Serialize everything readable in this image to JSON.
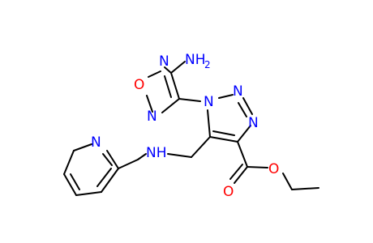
{
  "molecule": {
    "colors": {
      "carbon_bonds": "#000000",
      "nitrogen": "#0000ff",
      "oxygen": "#ff0000",
      "background": "#ffffff"
    },
    "atoms": {
      "amino_n": "NH",
      "amino_sub": "2",
      "oxadiazole_o": "O",
      "oxadiazole_n_left": "N",
      "oxadiazole_n_bottom": "N",
      "triazole_n1": "N",
      "triazole_n2": "N",
      "triazole_n3": "N",
      "amine_nh": "NH",
      "pyridine_n": "N",
      "ester_carbonyl_o": "O",
      "ester_ether_o": "O"
    }
  }
}
